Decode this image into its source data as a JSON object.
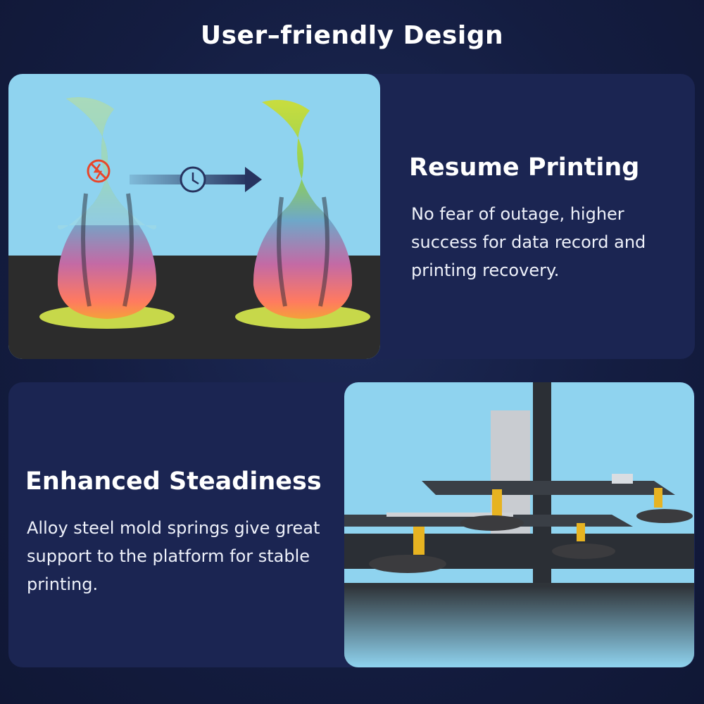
{
  "page": {
    "title": "User–friendly Design"
  },
  "features": [
    {
      "title": "Resume Printing",
      "description": "No fear of outage, higher success for data record and printing recovery.",
      "illustration": {
        "type": "vase-before-after",
        "icons": [
          "no-power-icon",
          "clock-icon",
          "arrow-right-icon"
        ],
        "colors": {
          "background": "#8fd3ef",
          "floor": "#2c2c2c",
          "accent": "#e8462a"
        }
      }
    },
    {
      "title": "Enhanced Steadiness",
      "description": "Alloy steel mold springs give great support to the platform for stable printing.",
      "illustration": {
        "type": "printer-bed-springs",
        "colors": {
          "background": "#8fd3ef",
          "spring": "#e7b321",
          "frame": "#2b2f35"
        }
      }
    }
  ]
}
